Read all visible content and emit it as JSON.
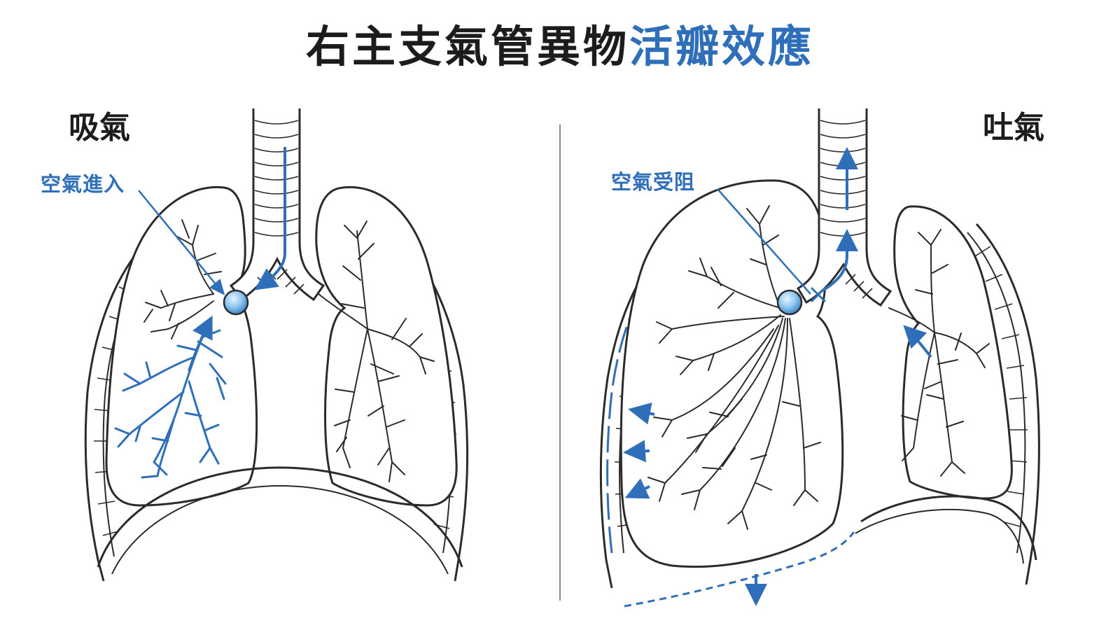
{
  "title": {
    "part1": "右主支氣管異物",
    "part2": "活瓣效應"
  },
  "panels": {
    "inhale": {
      "label": "吸氣",
      "callout": "空氣進入"
    },
    "exhale": {
      "label": "吐氣",
      "callout": "空氣受阻"
    }
  },
  "colors": {
    "accent": "#2f6fba",
    "outline": "#2b2b2b",
    "foreign_body": "#8ec6f0"
  }
}
